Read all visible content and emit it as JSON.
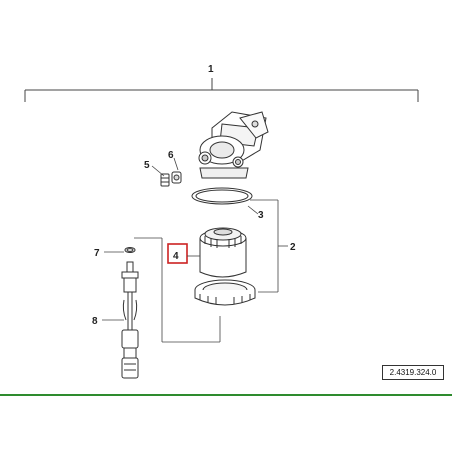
{
  "callouts": {
    "c1": "1",
    "c2": "2",
    "c3": "3",
    "c4": "4",
    "c5": "5",
    "c6": "6",
    "c7": "7",
    "c8": "8"
  },
  "reference_code": "2.4319.324.0",
  "colors": {
    "line": "#444444",
    "highlight": "#cc2222",
    "footer_line": "#2e8b2e"
  }
}
